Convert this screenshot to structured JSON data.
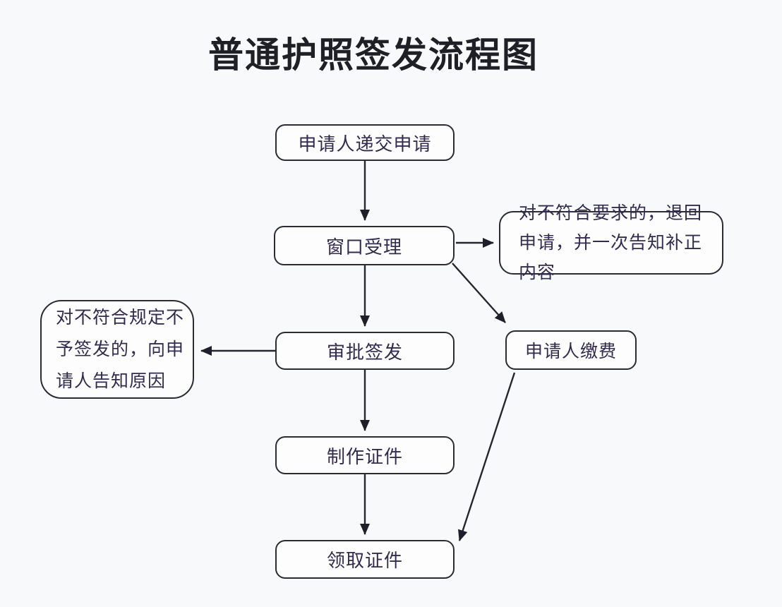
{
  "diagram": {
    "title": "普通护照签发流程图",
    "nodes": {
      "submit": {
        "label": "申请人递交申请"
      },
      "window": {
        "label": "窗口受理"
      },
      "return_note": {
        "label": "对不符合要求的，退回申请，并一次告知补正内容"
      },
      "approval": {
        "label": "审批签发"
      },
      "reject_note": {
        "label": "对不符合规定不予签发的，向申请人告知原因"
      },
      "payment": {
        "label": "申请人缴费"
      },
      "produce": {
        "label": "制作证件"
      },
      "collect": {
        "label": "领取证件"
      }
    },
    "edges": [
      {
        "from": "申请人递交申请",
        "to": "窗口受理"
      },
      {
        "from": "窗口受理",
        "to": "对不符合要求的，退回申请，并一次告知补正内容"
      },
      {
        "from": "窗口受理",
        "to": "审批签发"
      },
      {
        "from": "窗口受理",
        "to": "申请人缴费"
      },
      {
        "from": "审批签发",
        "to": "对不符合规定不予签发的，向申请人告知原因"
      },
      {
        "from": "审批签发",
        "to": "制作证件"
      },
      {
        "from": "制作证件",
        "to": "领取证件"
      },
      {
        "from": "申请人缴费",
        "to": "领取证件"
      }
    ],
    "colors": {
      "background": "#f8f9fb",
      "box_fill": "#fdfdfe",
      "box_border": "#2b2b33",
      "text": "#332b4f",
      "arrow": "#26262e"
    }
  }
}
